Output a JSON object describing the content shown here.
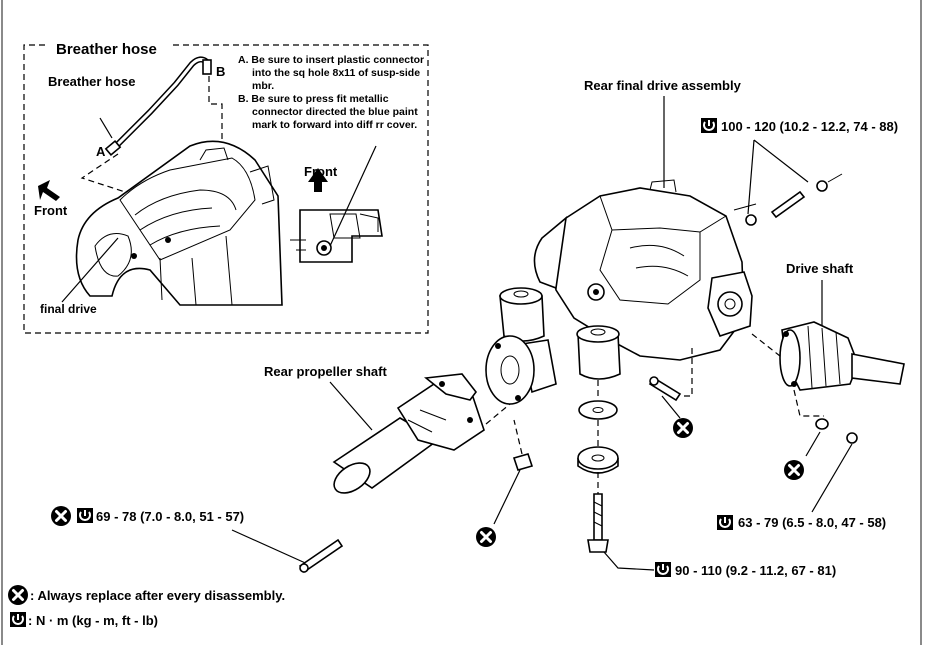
{
  "inset": {
    "title": "Breather hose",
    "hose_label": "Breather hose",
    "point_a": "A",
    "point_b": "B",
    "note_a_lines": [
      "A. Be sure to insert plastic connector",
      "into the sq hole 8x11 of susp-side",
      "mbr."
    ],
    "note_b_lines": [
      "B. Be sure to press fit metallic",
      "connector directed the blue paint",
      "mark to forward into diff rr cover."
    ],
    "front_left": "Front",
    "front_right": "Front",
    "final_drive": "final drive"
  },
  "labels": {
    "rear_final_drive": "Rear final drive assembly",
    "drive_shaft": "Drive shaft",
    "rear_propeller_shaft": "Rear propeller shaft"
  },
  "torques": {
    "t1": "100 - 120 (10.2 - 12.2, 74 - 88)",
    "t2": "69 - 78 (7.0 - 8.0, 51 - 57)",
    "t3": "63 - 79 (6.5 - 8.0, 47 - 58)",
    "t4": "90 - 110 (9.2 - 11.2, 67 - 81)"
  },
  "legend": {
    "replace": ": Always replace after every disassembly.",
    "units": ": N · m (kg - m, ft - lb)"
  },
  "colors": {
    "ink": "#000000",
    "paper": "#ffffff",
    "frame": "#8a8a8a"
  }
}
